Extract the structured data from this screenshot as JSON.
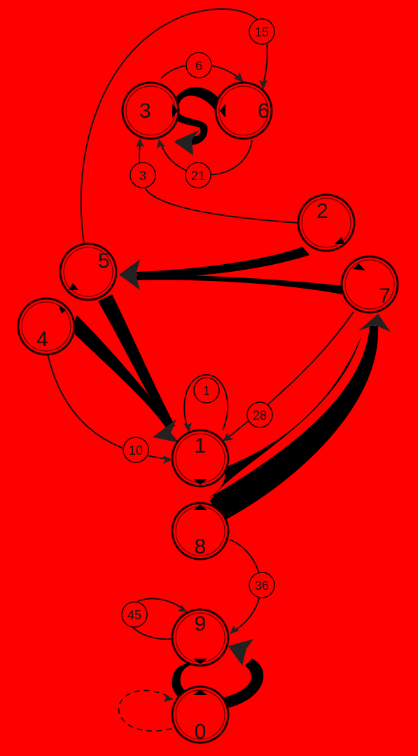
{
  "nodes": [
    {
      "id": "0",
      "label": "0"
    },
    {
      "id": "1",
      "label": "1"
    },
    {
      "id": "2",
      "label": "2"
    },
    {
      "id": "3",
      "label": "3"
    },
    {
      "id": "4",
      "label": "4"
    },
    {
      "id": "5",
      "label": "5"
    },
    {
      "id": "6",
      "label": "6"
    },
    {
      "id": "7",
      "label": "7"
    },
    {
      "id": "8",
      "label": "8"
    },
    {
      "id": "9",
      "label": "9"
    }
  ],
  "edge_labels": [
    {
      "id": "e15",
      "text": "15"
    },
    {
      "id": "e6",
      "text": "6"
    },
    {
      "id": "e3",
      "text": "3"
    },
    {
      "id": "e21",
      "text": "21"
    },
    {
      "id": "e1",
      "text": "1"
    },
    {
      "id": "e28",
      "text": "28"
    },
    {
      "id": "e10",
      "text": "10"
    },
    {
      "id": "e36",
      "text": "36"
    },
    {
      "id": "e45",
      "text": "45"
    }
  ]
}
